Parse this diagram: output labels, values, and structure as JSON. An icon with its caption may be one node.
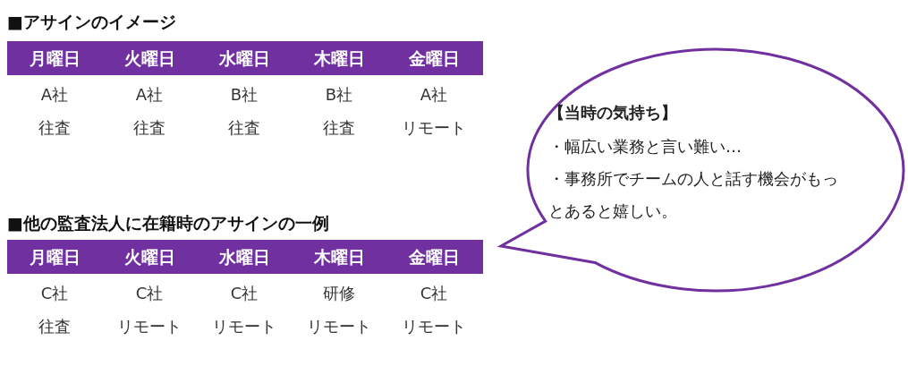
{
  "diagram": {
    "nodes": [
      {
        "text": [
          "【当時の気持ち】",
          "・幅広い業務と言い難い…",
          "・事務所でチームの人と話す機会がもっとあると嬉しい。"
        ]
      }
    ],
    "labels": [
      "■アサインのイメージ",
      "月曜日",
      "火曜日",
      "水曜日",
      "木曜日",
      "金曜日",
      "A社",
      "A社",
      "B社",
      "B社",
      "A社",
      "往査",
      "往査",
      "往査",
      "往査",
      "リモート",
      "■他の監査法人に在籍時のアサインの一例",
      "月曜日",
      "火曜日",
      "水曜日",
      "木曜日",
      "金曜日",
      "C社",
      "C社",
      "C社",
      "研修",
      "C社",
      "往査",
      "リモート",
      "リモート",
      "リモート",
      "リモート"
    ]
  }
}
